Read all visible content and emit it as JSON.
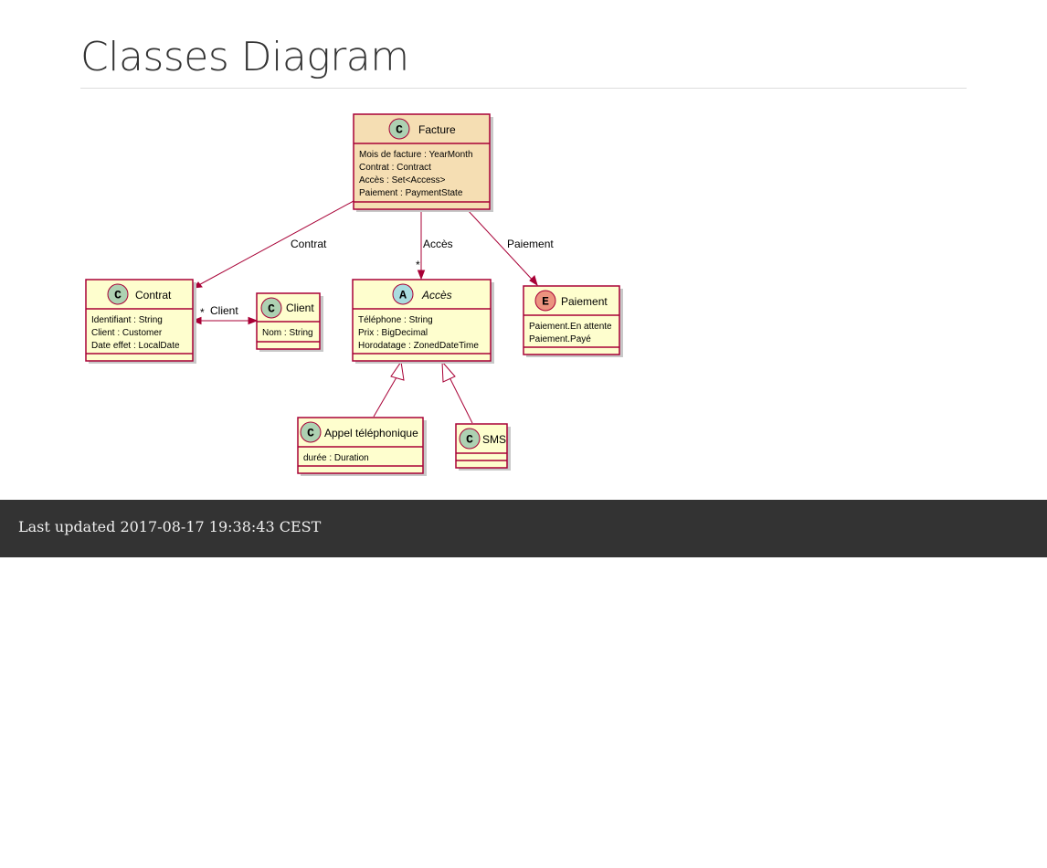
{
  "page": {
    "title": "Classes Diagram",
    "footer": "Last updated 2017-08-17 19:38:43 CEST"
  },
  "colors": {
    "class_fill": "#FEFECE",
    "highlight_fill": "#F5DEB3",
    "border": "#A80036",
    "badge_class": "#ADD1B2",
    "badge_abstract": "#A9DCDF",
    "badge_enum": "#EB937F",
    "footer_bg": "#333333"
  },
  "diagram": {
    "classes": {
      "facture": {
        "badge": "C",
        "name": "Facture",
        "attrs": [
          "Mois de facture : YearMonth",
          "Contrat : Contract",
          "Accès : Set<Access>",
          "Paiement : PaymentState"
        ]
      },
      "contrat": {
        "badge": "C",
        "name": "Contrat",
        "attrs": [
          "Identifiant : String",
          "Client : Customer",
          "Date effet : LocalDate"
        ]
      },
      "client": {
        "badge": "C",
        "name": "Client",
        "attrs": [
          "Nom : String"
        ]
      },
      "acces": {
        "badge": "A",
        "name": "Accès",
        "attrs": [
          "Téléphone : String",
          "Prix : BigDecimal",
          "Horodatage : ZonedDateTime"
        ]
      },
      "paiement": {
        "badge": "E",
        "name": "Paiement",
        "attrs": [
          "Paiement.En attente",
          "Paiement.Payé"
        ]
      },
      "appel": {
        "badge": "C",
        "name": "Appel téléphonique",
        "attrs": [
          "durée : Duration"
        ]
      },
      "sms": {
        "badge": "C",
        "name": "SMS",
        "attrs": []
      }
    },
    "edges": {
      "contrat": {
        "label": "Contrat"
      },
      "acces": {
        "label": "Accès",
        "multiplicity": "*"
      },
      "paiement": {
        "label": "Paiement"
      },
      "client": {
        "label": "Client",
        "multiplicity": "*"
      }
    }
  }
}
